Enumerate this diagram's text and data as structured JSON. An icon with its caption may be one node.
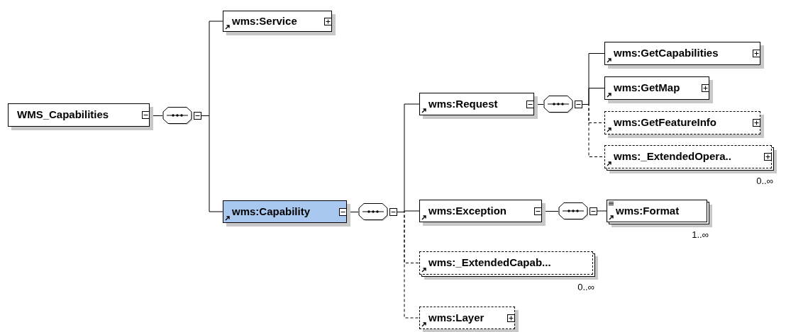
{
  "diagram": {
    "nodes": [
      {
        "text": [
          "WMS_Capabilities"
        ]
      },
      {
        "text": [],
        "shape": "octagon"
      },
      {
        "text": [
          "wms:Service"
        ]
      },
      {
        "text": [
          "wms:Capability"
        ]
      },
      {
        "text": [],
        "shape": "octagon"
      },
      {
        "text": [
          "wms:Request"
        ]
      },
      {
        "text": [],
        "shape": "octagon"
      },
      {
        "text": [
          "wms:GetCapabilities"
        ]
      },
      {
        "text": [
          "wms:GetMap"
        ]
      },
      {
        "text": [
          "wms:GetFeatureInfo"
        ]
      },
      {
        "text": [
          "wms:_ExtendedOpera.."
        ],
        "beside": [
          "0..∞"
        ]
      },
      {
        "text": [
          "wms:Exception"
        ]
      },
      {
        "text": [],
        "shape": "octagon"
      },
      {
        "text": [
          "wms:Format"
        ],
        "beside": [
          "1..∞"
        ]
      },
      {
        "text": [
          "wms:_ExtendedCapab..."
        ],
        "beside": [
          "0..∞"
        ]
      },
      {
        "text": [
          "wms:Layer"
        ]
      }
    ],
    "edges": [
      {
        "from": 0,
        "to": 1,
        "arrow": "none"
      },
      {
        "from": 1,
        "to": 2,
        "arrow": "none"
      },
      {
        "from": 1,
        "to": 3,
        "arrow": "none"
      },
      {
        "from": 3,
        "to": 4,
        "arrow": "none"
      },
      {
        "from": 4,
        "to": 5,
        "arrow": "none"
      },
      {
        "from": 4,
        "to": 11,
        "arrow": "none"
      },
      {
        "from": 4,
        "to": 14,
        "arrow": "none",
        "style": "dashed"
      },
      {
        "from": 4,
        "to": 15,
        "arrow": "none",
        "style": "dashed"
      },
      {
        "from": 5,
        "to": 6,
        "arrow": "none"
      },
      {
        "from": 6,
        "to": 7,
        "arrow": "none"
      },
      {
        "from": 6,
        "to": 8,
        "arrow": "none"
      },
      {
        "from": 6,
        "to": 9,
        "arrow": "none",
        "style": "dashed"
      },
      {
        "from": 6,
        "to": 10,
        "arrow": "none",
        "style": "dashed"
      },
      {
        "from": 11,
        "to": 12,
        "arrow": "none"
      },
      {
        "from": 12,
        "to": 13,
        "arrow": "none"
      }
    ]
  }
}
